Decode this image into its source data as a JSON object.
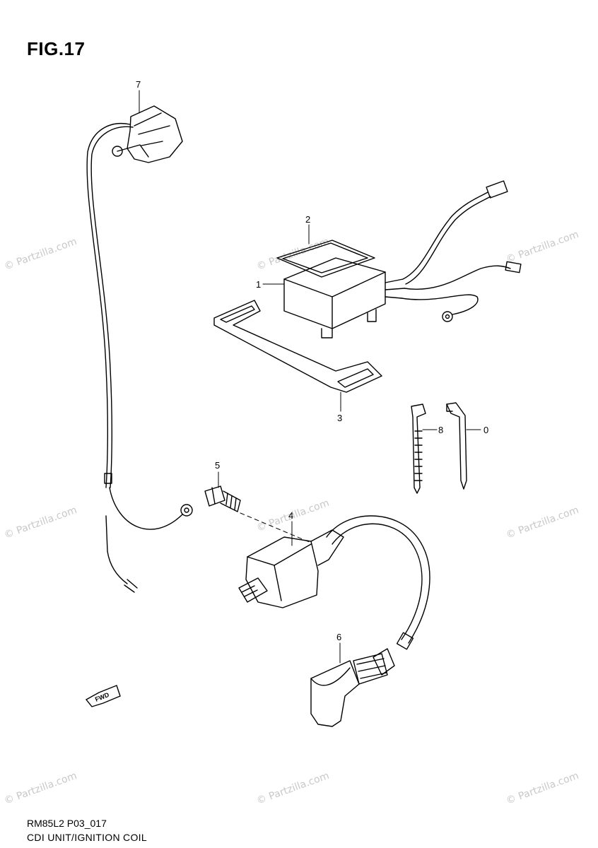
{
  "figure": {
    "title": "FIG.17",
    "drawing_code": "RM85L2 P03_017",
    "caption": "CDI UNIT/IGNITION COIL"
  },
  "callouts": [
    {
      "label": "1"
    },
    {
      "label": "2"
    },
    {
      "label": "3"
    },
    {
      "label": "4"
    },
    {
      "label": "5"
    },
    {
      "label": "6"
    },
    {
      "label": "7"
    },
    {
      "label": "8"
    },
    {
      "label": "0"
    }
  ],
  "fwd_arrow": {
    "label": "FWD"
  },
  "watermark": {
    "text": "© Partzilla.com"
  }
}
